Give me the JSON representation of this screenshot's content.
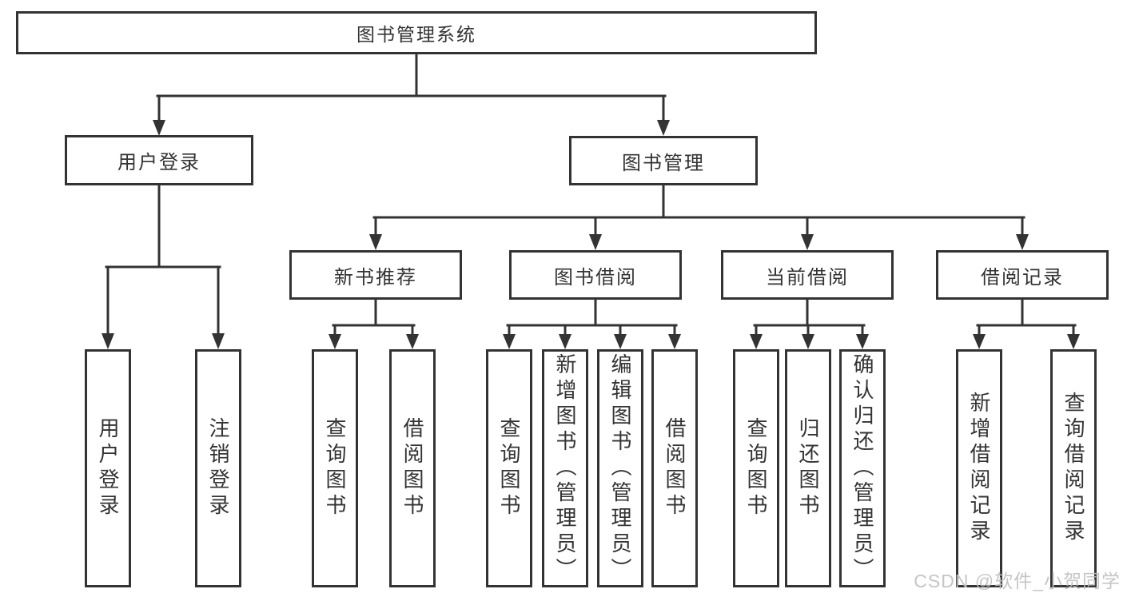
{
  "diagram": {
    "title": "图书管理系统",
    "root": "图书管理系统",
    "level2": [
      {
        "label": "用户登录",
        "children": [
          "用户登录",
          "注销登录"
        ]
      },
      {
        "label": "图书管理",
        "children": [
          {
            "label": "新书推荐",
            "children": [
              "查询图书",
              "借阅图书"
            ]
          },
          {
            "label": "图书借阅",
            "children": [
              "查询图书",
              "新增图书（管理员）",
              "编辑图书（管理员）",
              "借阅图书"
            ]
          },
          {
            "label": "当前借阅",
            "children": [
              "查询图书",
              "归还图书",
              "确认归还（管理员）"
            ]
          },
          {
            "label": "借阅记录",
            "children": [
              "新增借阅记录",
              "查询借阅记录"
            ]
          }
        ]
      }
    ]
  },
  "watermark": "CSDN @软件_小贺同学",
  "colors": {
    "line": "#333333",
    "box_border": "#333333",
    "box_fill": "#ffffff",
    "text": "#333333",
    "background": "#ffffff",
    "watermark": "#c0c0c0"
  }
}
